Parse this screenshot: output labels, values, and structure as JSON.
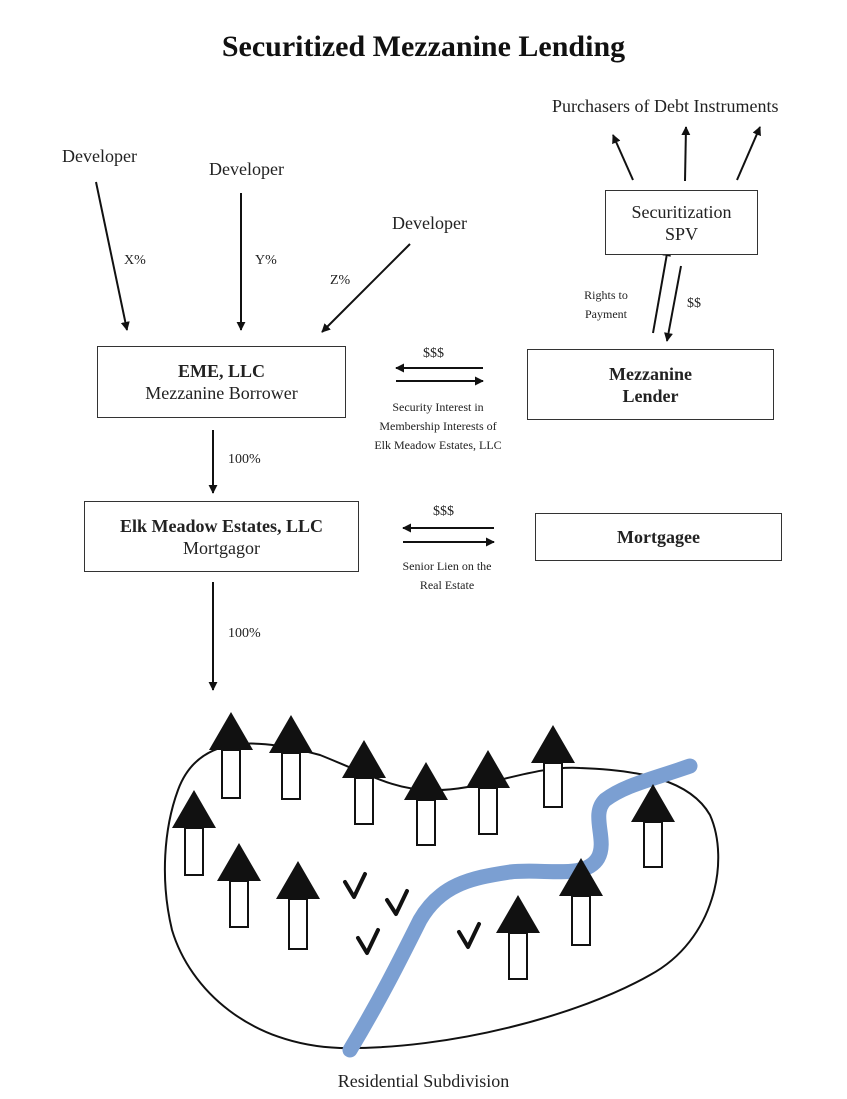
{
  "title": "Securitized Mezzanine Lending",
  "developers": [
    {
      "label": "Developer",
      "share": "X%"
    },
    {
      "label": "Developer",
      "share": "Y%"
    },
    {
      "label": "Developer",
      "share": "Z%"
    }
  ],
  "purchasers": "Purchasers of Debt Instruments",
  "spv": {
    "line1": "Securitization",
    "line2": "SPV"
  },
  "spv_flows": {
    "rights_line1": "Rights to",
    "rights_line2": "Payment",
    "money": "$$"
  },
  "borrower": {
    "name": "EME, LLC",
    "role": "Mezzanine Borrower"
  },
  "lender": {
    "line1": "Mezzanine",
    "line2": "Lender"
  },
  "mezz_flows": {
    "money": "$$$",
    "security_lines": [
      "Security Interest in",
      "Membership Interests of",
      "Elk Meadow Estates, LLC"
    ]
  },
  "ownership": [
    "100%",
    "100%"
  ],
  "mortgagor": {
    "name": "Elk Meadow Estates, LLC",
    "role": "Mortgagor"
  },
  "mortgagee": {
    "name": "Mortgagee"
  },
  "mortgage_flows": {
    "money": "$$$",
    "lien_lines": [
      "Senior Lien on the",
      "Real Estate"
    ]
  },
  "subdivision_label": "Residential Subdivision",
  "colors": {
    "river": "#7b9fd2",
    "ink": "#111111"
  }
}
